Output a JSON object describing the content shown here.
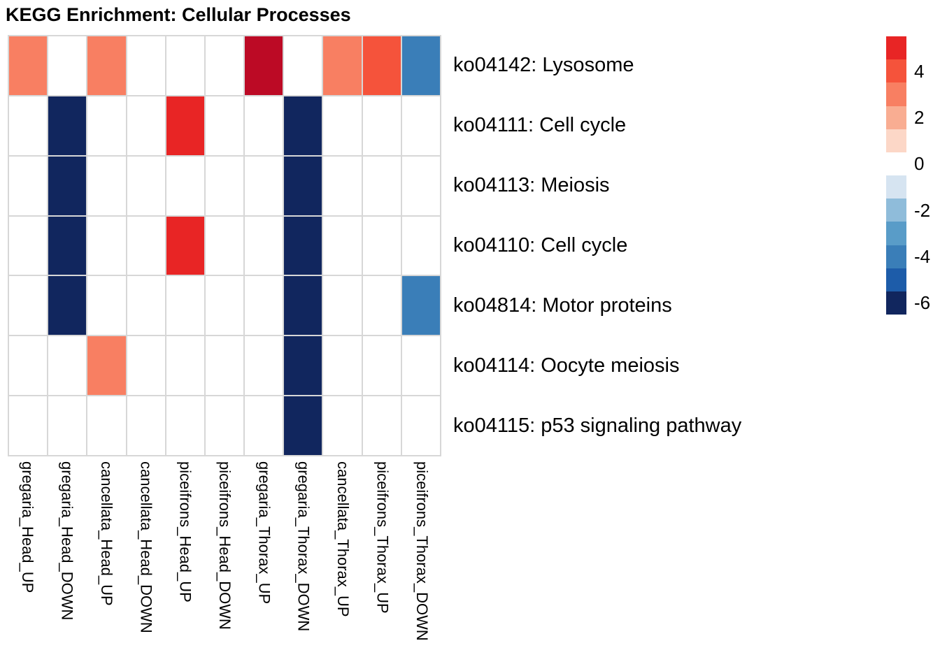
{
  "chart_data": {
    "type": "heatmap",
    "title": "KEGG Enrichment: Cellular Processes",
    "xlabel": "",
    "ylabel": "",
    "grid": true,
    "legend_position": "right",
    "columns": [
      "gregaria_Head_UP",
      "gregaria_Head_DOWN",
      "cancellata_Head_UP",
      "cancellata_Head_DOWN",
      "piceifrons_Head_UP",
      "piceifrons_Head_DOWN",
      "gregaria_Thorax_UP",
      "gregaria_Thorax_DOWN",
      "cancellata_Thorax_UP",
      "piceifrons_Thorax_UP",
      "piceifrons_Thorax_DOWN"
    ],
    "rows": [
      "ko04142: Lysosome",
      "ko04111: Cell cycle",
      "ko04113: Meiosis",
      "ko04110: Cell cycle",
      "ko04814: Motor proteins",
      "ko04114: Oocyte meiosis",
      "ko04115: p53 signaling pathway"
    ],
    "values": [
      [
        3,
        null,
        3,
        null,
        null,
        null,
        6,
        null,
        3,
        4,
        -4
      ],
      [
        null,
        -6,
        null,
        null,
        5,
        null,
        null,
        -6,
        null,
        null,
        null
      ],
      [
        null,
        -6,
        null,
        null,
        null,
        null,
        null,
        -6,
        null,
        null,
        null
      ],
      [
        null,
        -6,
        null,
        null,
        5,
        null,
        null,
        -6,
        null,
        null,
        null
      ],
      [
        null,
        -6,
        null,
        null,
        null,
        null,
        null,
        -6,
        null,
        null,
        -4
      ],
      [
        null,
        null,
        3,
        null,
        null,
        null,
        null,
        -6,
        null,
        null,
        null
      ],
      [
        null,
        null,
        null,
        null,
        null,
        null,
        null,
        -6,
        null,
        null,
        null
      ]
    ],
    "color_bins": {
      "6": "#bc0a25",
      "5": "#e82525",
      "4": "#f5533b",
      "3": "#f87f62",
      "2": "#f9ad92",
      "1": "#fcd7c7",
      "0": "#ffffff",
      "-1": "#d6e4f1",
      "-2": "#8fbcda",
      "-3": "#599cc8",
      "-4": "#3a7eb8",
      "-5": "#1d5ca9",
      "-6": "#11265e"
    },
    "cell_background": "#ffffff",
    "gridline_color": "#d7d7d7",
    "legend": {
      "blocks": [
        5,
        4,
        3,
        2,
        1,
        0,
        -1,
        -2,
        -3,
        -4,
        -5,
        -6
      ],
      "ticks": [
        {
          "label": "4",
          "block": 1
        },
        {
          "label": "2",
          "block": 3
        },
        {
          "label": "0",
          "block": 5
        },
        {
          "label": "-2",
          "block": 7
        },
        {
          "label": "-4",
          "block": 9
        },
        {
          "label": "-6",
          "block": 11
        }
      ]
    }
  }
}
